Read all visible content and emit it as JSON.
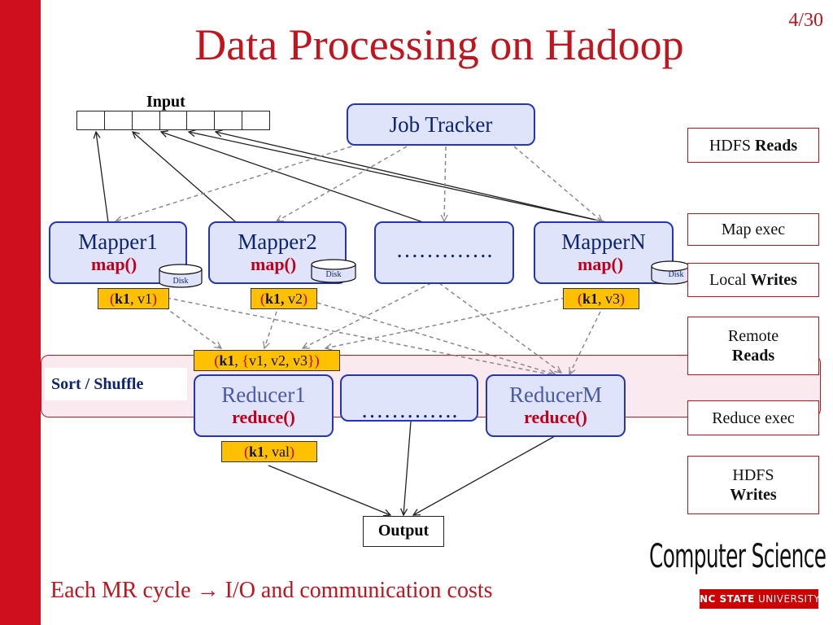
{
  "slide": {
    "title": "Data Processing on Hadoop",
    "page_number": "4/30",
    "footer_text": "Each MR cycle",
    "footer_arrow": "→",
    "footer_text_tail": "I/O and communication costs"
  },
  "diagram": {
    "input_label": "Input",
    "input_cells": 7,
    "job_tracker": "Job Tracker",
    "mappers": [
      {
        "name": "Mapper1",
        "fn": "map()",
        "disk": "Disk",
        "kv": {
          "open": "(",
          "key": "k1",
          "sep": ", ",
          "val": "v1",
          "close": ")"
        }
      },
      {
        "name": "Mapper2",
        "fn": "map()",
        "disk": "Disk",
        "kv": {
          "open": "(",
          "key": "k1,",
          "sep": " ",
          "val": "v2",
          "close": ")"
        }
      },
      {
        "name": "………….",
        "fn": "",
        "disk": "",
        "kv": null
      },
      {
        "name": "MapperN",
        "fn": "map()",
        "disk": "Disk",
        "kv": {
          "open": "(",
          "key": "k1",
          "sep": ", ",
          "val": "v3",
          "close": ")"
        }
      }
    ],
    "shuffle_label": "Sort / Shuffle",
    "shuffle_kv": {
      "open": "(",
      "key": "k1",
      "sep": ",  ",
      "brace_open": "{",
      "val": "v1, v2, v3",
      "brace_close": "}",
      "close": ")"
    },
    "reducers": [
      {
        "name": "Reducer1",
        "fn": "reduce()"
      },
      {
        "name": "………….",
        "fn": ""
      },
      {
        "name": "ReducerM",
        "fn": "reduce()"
      }
    ],
    "reduce_kv": {
      "open": "(",
      "key": "k1",
      "sep": ", ",
      "val": "val",
      "close": ")"
    },
    "output_label": "Output"
  },
  "sidebar": [
    {
      "plain": "HDFS ",
      "bold": "Reads",
      "newline": false
    },
    {
      "plain": "Map exec",
      "bold": "",
      "newline": false
    },
    {
      "plain": "Local ",
      "bold": "Writes",
      "newline": false
    },
    {
      "plain": "Remote",
      "bold": "Reads",
      "newline": true
    },
    {
      "plain": "Reduce exec",
      "bold": "",
      "newline": false
    },
    {
      "plain": "HDFS",
      "bold": "Writes",
      "newline": true
    }
  ],
  "logo": {
    "text": "Computer Science",
    "badge_bold": "NC STATE",
    "badge_rest": " UNIVERSITY"
  },
  "colors": {
    "accent_red": "#d00f1e",
    "node_fill": "#dfe4fb",
    "node_border": "#2436b7",
    "kv_fill": "#ffc000"
  }
}
